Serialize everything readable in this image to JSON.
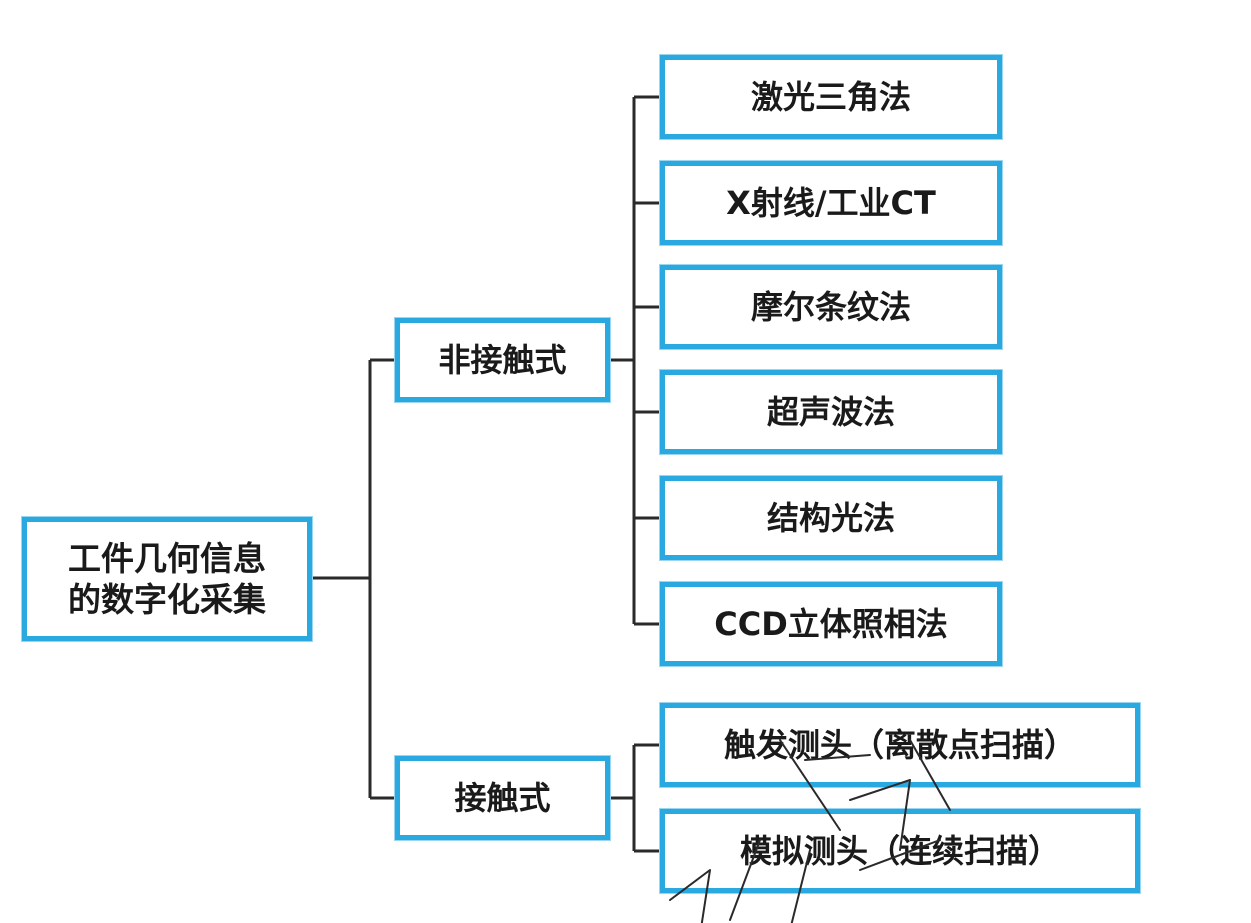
{
  "diagram": {
    "root": {
      "label_line1": "工件几何信息",
      "label_line2": "的数字化采集"
    },
    "branches": [
      {
        "label": "非接触式",
        "children": [
          "激光三角法",
          "X射线/工业CT",
          "摩尔条纹法",
          "超声波法",
          "结构光法",
          "CCD立体照相法"
        ]
      },
      {
        "label": "接触式",
        "children": [
          "触发测头（离散点扫描）",
          "模拟测头（连续扫描）"
        ]
      }
    ],
    "colors": {
      "box_border": "#29a9df",
      "connector": "#2a2a2a",
      "text": "#1a1a1a"
    }
  }
}
